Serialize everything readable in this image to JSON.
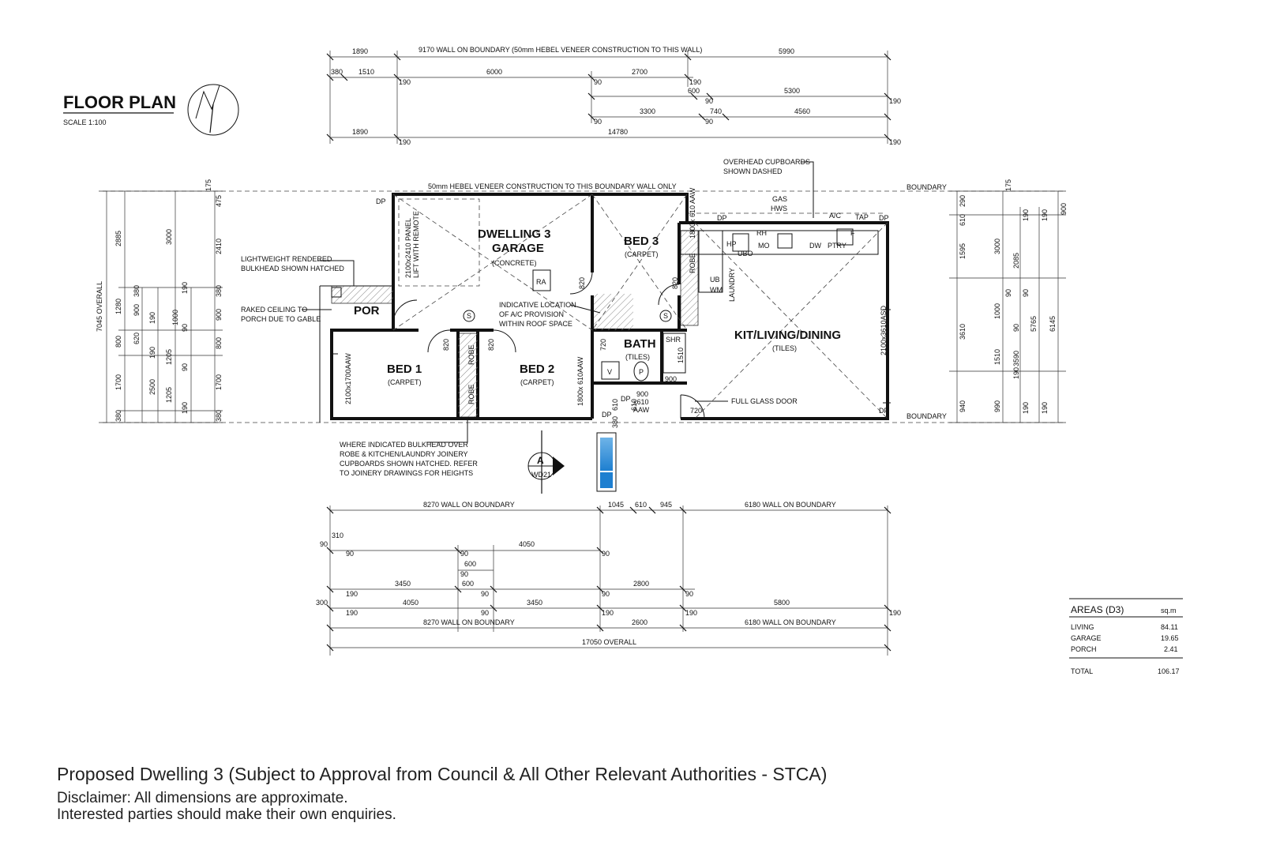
{
  "title": {
    "main": "FLOOR PLAN",
    "scale": "SCALE 1:100"
  },
  "notes": {
    "hebel_top": "9170 WALL ON BOUNDARY (50mm HEBEL VENEER CONSTRUCTION TO THIS WALL)",
    "hebel_boundary": "50mm HEBEL VENEER CONSTRUCTION TO THIS BOUNDARY WALL ONLY",
    "boundary": "BOUNDARY",
    "overhead_1": "OVERHEAD CUPBOARDS",
    "overhead_2": "SHOWN DASHED",
    "bulkhead_1": "LIGHTWEIGHT RENDERED",
    "bulkhead_2": "BULKHEAD SHOWN HATCHED",
    "raked_1": "RAKED CEILING TO",
    "raked_2": "PORCH DUE TO GABLE",
    "ac_1": "INDICATIVE LOCATION",
    "ac_2": "OF A/C PROVISION",
    "ac_3": "WITHIN ROOF SPACE",
    "glass_door": "FULL GLASS DOOR",
    "where_1": "WHERE INDICATED BULKHEAD OVER",
    "where_2": "ROBE & KITCHEN/LAUNDRY JOINERY",
    "where_3": "CUPBOARDS SHOWN HATCHED. REFER",
    "where_4": "TO JOINERY DRAWINGS FOR HEIGHTS",
    "panel_lift_1": "2100x2410 PANEL",
    "panel_lift_2": "LIFT WITH REMOTE",
    "section_letter": "A",
    "section_ref": "WD21"
  },
  "rooms": {
    "garage_1": "DWELLING 3",
    "garage_2": "GARAGE",
    "garage_finish": "(CONCRETE)",
    "bed3": "BED 3",
    "bed3_finish": "(CARPET)",
    "por": "POR",
    "bed1": "BED 1",
    "bed1_finish": "(CARPET)",
    "bed2": "BED 2",
    "bed2_finish": "(CARPET)",
    "bath": "BATH",
    "bath_finish": "(TILES)",
    "kld": "KIT/LIVING/DINING",
    "kld_finish": "(TILES)",
    "robe": "ROBE",
    "laundry": "LAUNDRY"
  },
  "fixtures": {
    "dp": "DP",
    "ra": "RA",
    "s": "S",
    "shr": "SHR",
    "p": "P",
    "v": "V",
    "gas": "GAS",
    "hws": "HWS",
    "ac": "A/C",
    "tap": "TAP",
    "hp": "HP",
    "rh": "RH",
    "mo": "MO",
    "dw": "DW",
    "ptry": "PTRY",
    "f": "F",
    "ubo": "UBO",
    "ub": "UB",
    "wm": "WM"
  },
  "windows": {
    "w_garage": "1800x 610 AAW",
    "w_bed1": "2100x1700AAW",
    "w_kld": "2100x3610ASD",
    "w_bath": "1800x 610AAW",
    "w_bath2_1": "900",
    "w_bath2_2": "x610",
    "w_bath2_3": "AAW",
    "door_820": "820",
    "door_720": "720",
    "door_900": "900",
    "door_610": "610",
    "door_380": "380",
    "door_1510": "1510"
  },
  "dims_top": {
    "r1": [
      "1890",
      "5990"
    ],
    "r2": [
      "380",
      "1510",
      "190",
      "6000",
      "90",
      "2700",
      "190"
    ],
    "r3": [
      "600",
      "90",
      "5300",
      "190"
    ],
    "r4": [
      "3300",
      "740",
      "4560",
      "90",
      "90"
    ],
    "r5": [
      "1890",
      "190",
      "14780",
      "190"
    ]
  },
  "dims_bottom": {
    "r1": [
      "8270 WALL ON BOUNDARY",
      "1045",
      "610",
      "945",
      "6180 WALL ON BOUNDARY"
    ],
    "r2": [
      "310",
      "90",
      "90",
      "4050",
      "90"
    ],
    "r3": [
      "90",
      "600",
      "90"
    ],
    "r4": [
      "190",
      "3450",
      "600",
      "90",
      "90",
      "2800",
      "90"
    ],
    "r5": [
      "300",
      "190",
      "4050",
      "90",
      "3450",
      "190",
      "190",
      "5800",
      "190"
    ],
    "r6": [
      "8270 WALL ON BOUNDARY",
      "2600",
      "6180 WALL ON BOUNDARY"
    ],
    "r7": [
      "17050 OVERALL"
    ]
  },
  "dims_left": {
    "c1": [
      "7045 OVERALL"
    ],
    "c2": [
      "2885",
      "1280",
      "800",
      "1700",
      "380"
    ],
    "c3": [
      "900",
      "620",
      "2500"
    ],
    "c4": [
      "3000",
      "380",
      "190",
      "190",
      "1205",
      "1205"
    ],
    "c5": [
      "190",
      "1000",
      "90",
      "90",
      "190"
    ],
    "c6": [
      "175",
      "475",
      "2410",
      "380",
      "900",
      "800",
      "1700",
      "380"
    ]
  },
  "dims_right": {
    "c1": [
      "290",
      "610",
      "1595",
      "3610",
      "940"
    ],
    "c2": [
      "175",
      "3000",
      "90",
      "1000",
      "1510",
      "990"
    ],
    "c3": [
      "190",
      "2085",
      "90",
      "90",
      "190",
      "3590",
      "190"
    ],
    "c4": [
      "190",
      "5765",
      "190"
    ],
    "c5": [
      "900",
      "6145"
    ]
  },
  "areas": {
    "title": "AREAS (D3)",
    "unit": "sq.m",
    "rows": [
      {
        "label": "LIVING",
        "value": "84.11"
      },
      {
        "label": "GARAGE",
        "value": "19.65"
      },
      {
        "label": "PORCH",
        "value": "2.41"
      }
    ],
    "total_label": "TOTAL",
    "total_value": "106.17"
  },
  "caption": {
    "title": "Proposed Dwelling 3 (Subject to Approval from Council & All Other Relevant Authorities - STCA)",
    "line1": "Disclaimer: All dimensions are approximate.",
    "line2": "Interested parties should make their own enquiries."
  }
}
